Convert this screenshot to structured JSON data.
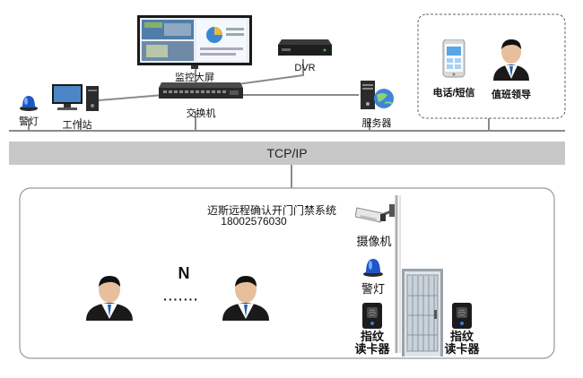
{
  "top": {
    "monitor_wall": "监控大屏",
    "dvr": "DVR",
    "switch": "交换机",
    "alarm_light": "警灯",
    "workstation": "工作站",
    "server": "服务器",
    "phone": "电话/短信",
    "leader": "值班领导"
  },
  "network": {
    "bus_label": "TCP/IP"
  },
  "lower": {
    "system_name": "迈斯远程确认开门门禁系统",
    "phone_number": "18002576030",
    "count_symbol": "N",
    "dots": "·······",
    "camera": "摄像机",
    "alarm_light": "警灯",
    "reader_left_line1": "指纹",
    "reader_left_line2": "读卡器",
    "reader_right_line1": "指纹",
    "reader_right_line2": "读卡器"
  },
  "colors": {
    "bus": "#c8c8c8",
    "line": "#8a8a8a",
    "tie": "#1f5fb4",
    "alarm": "#1e56c8"
  }
}
